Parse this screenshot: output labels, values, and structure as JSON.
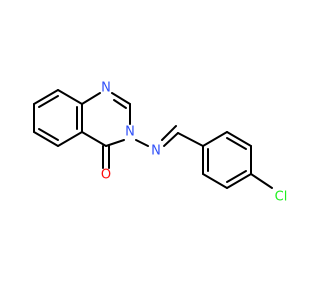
{
  "structure": {
    "atoms": {
      "n1": "N",
      "n3": "N",
      "n_imine": "N",
      "o": "O",
      "cl": "Cl"
    }
  },
  "colors": {
    "nitrogen": "#3050F8",
    "oxygen": "#FF0D0D",
    "chlorine": "#1FF01F",
    "bond": "#000000",
    "background": "#ffffff"
  }
}
